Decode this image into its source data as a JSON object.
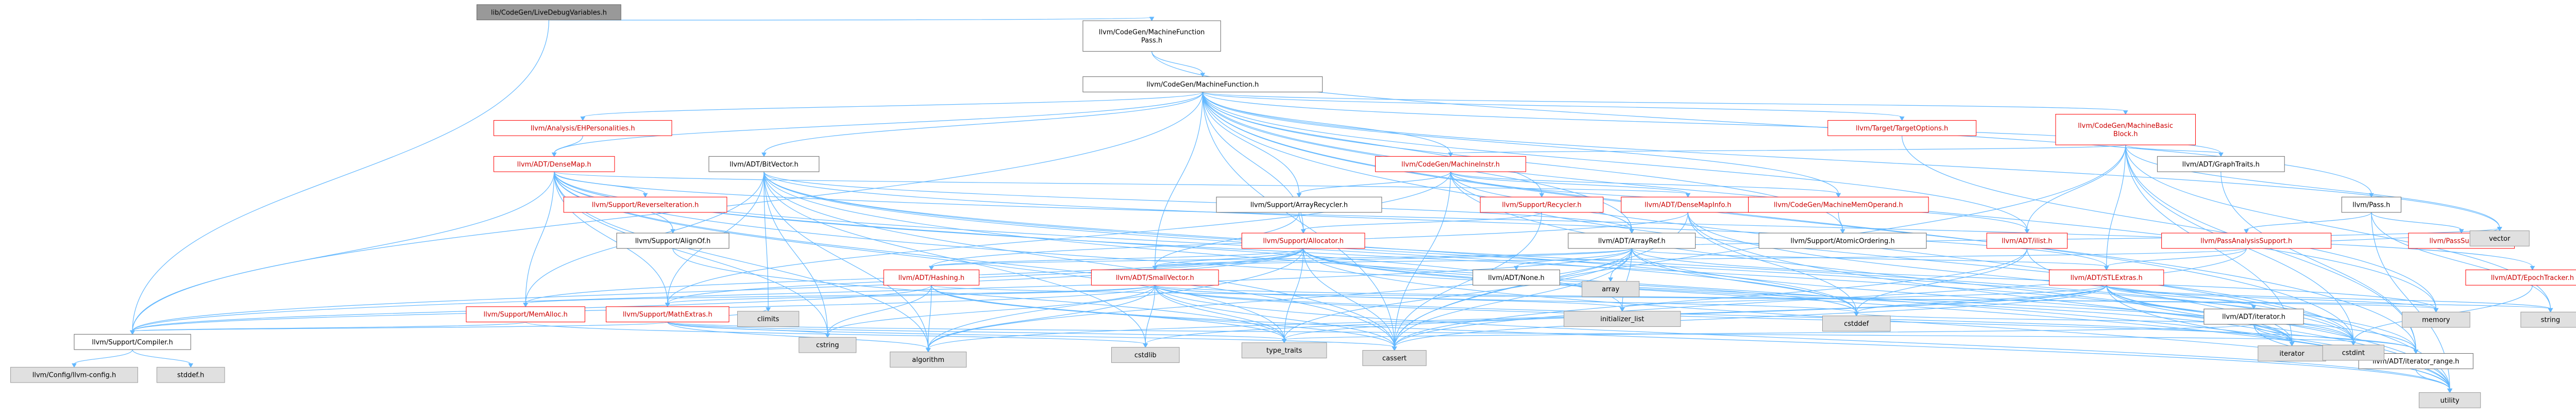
{
  "colors": {
    "root_fill": "#999999",
    "root_border": "#666666",
    "normal_fill": "#ffffff",
    "normal_border": "#666666",
    "red_border": "#ff0000",
    "system_fill": "#e0e0e0",
    "system_border": "#999999",
    "text": "#000000",
    "red_text": "#cc0000",
    "edge": "#63b8ff"
  },
  "nodes": [
    {
      "id": "root",
      "label": "lib/CodeGen/LiveDebugVariables.h",
      "style": "root"
    },
    {
      "id": "mfp",
      "label": "llvm/CodeGen/MachineFunction Pass.h",
      "style": "normal"
    },
    {
      "id": "mf",
      "label": "llvm/CodeGen/MachineFunction.h",
      "style": "normal"
    },
    {
      "id": "ehp",
      "label": "llvm/Analysis/EHPersonalities.h",
      "style": "red"
    },
    {
      "id": "densemap",
      "label": "llvm/ADT/DenseMap.h",
      "style": "red"
    },
    {
      "id": "bitvector",
      "label": "llvm/ADT/BitVector.h",
      "style": "normal"
    },
    {
      "id": "graphtraits",
      "label": "llvm/ADT/GraphTraits.h",
      "style": "normal"
    },
    {
      "id": "mbb",
      "label": "llvm/CodeGen/MachineBasic Block.h",
      "style": "red"
    },
    {
      "id": "targetopts",
      "label": "llvm/Target/TargetOptions.h",
      "style": "red"
    },
    {
      "id": "minstr",
      "label": "llvm/CodeGen/MachineInstr.h",
      "style": "red"
    },
    {
      "id": "pass",
      "label": "llvm/Pass.h",
      "style": "normal"
    },
    {
      "id": "passsupport",
      "label": "llvm/PassSupport.h",
      "style": "red"
    },
    {
      "id": "arrayrecycler",
      "label": "llvm/Support/ArrayRecycler.h",
      "style": "normal"
    },
    {
      "id": "densemapinfo",
      "label": "llvm/ADT/DenseMapInfo.h",
      "style": "red"
    },
    {
      "id": "recycler",
      "label": "llvm/Support/Recycler.h",
      "style": "red"
    },
    {
      "id": "mmo",
      "label": "llvm/CodeGen/MachineMemOperand.h",
      "style": "red"
    },
    {
      "id": "ilist",
      "label": "llvm/ADT/ilist.h",
      "style": "red"
    },
    {
      "id": "pas",
      "label": "llvm/PassAnalysisSupport.h",
      "style": "red"
    },
    {
      "id": "revit",
      "label": "llvm/Support/ReverseIteration.h",
      "style": "red"
    },
    {
      "id": "alignof",
      "label": "llvm/Support/AlignOf.h",
      "style": "normal"
    },
    {
      "id": "allocator",
      "label": "llvm/Support/Allocator.h",
      "style": "red"
    },
    {
      "id": "arrayref",
      "label": "llvm/ADT/ArrayRef.h",
      "style": "normal"
    },
    {
      "id": "atomicordering",
      "label": "llvm/Support/AtomicOrdering.h",
      "style": "normal"
    },
    {
      "id": "epoch",
      "label": "llvm/ADT/EpochTracker.h",
      "style": "red"
    },
    {
      "id": "hashing",
      "label": "llvm/ADT/Hashing.h",
      "style": "red"
    },
    {
      "id": "smallvector",
      "label": "llvm/ADT/SmallVector.h",
      "style": "red"
    },
    {
      "id": "none",
      "label": "llvm/ADT/None.h",
      "style": "normal"
    },
    {
      "id": "stlextras",
      "label": "llvm/ADT/STLExtras.h",
      "style": "red"
    },
    {
      "id": "iterator",
      "label": "llvm/ADT/iterator.h",
      "style": "normal"
    },
    {
      "id": "memalloc",
      "label": "llvm/Support/MemAlloc.h",
      "style": "red"
    },
    {
      "id": "mathextras",
      "label": "llvm/Support/MathExtras.h",
      "style": "red"
    },
    {
      "id": "compiler",
      "label": "llvm/Support/Compiler.h",
      "style": "normal"
    },
    {
      "id": "iterrange",
      "label": "llvm/ADT/iterator_range.h",
      "style": "normal"
    },
    {
      "id": "config",
      "label": "llvm/Config/llvm-config.h",
      "style": "system"
    },
    {
      "id": "stddef",
      "label": "stddef.h",
      "style": "system"
    },
    {
      "id": "climits",
      "label": "climits",
      "style": "system"
    },
    {
      "id": "cstring",
      "label": "cstring",
      "style": "system"
    },
    {
      "id": "algorithm",
      "label": "algorithm",
      "style": "system"
    },
    {
      "id": "cstdlib",
      "label": "cstdlib",
      "style": "system"
    },
    {
      "id": "typetraits",
      "label": "type_traits",
      "style": "system"
    },
    {
      "id": "cassert",
      "label": "cassert",
      "style": "system"
    },
    {
      "id": "initlist",
      "label": "initializer_list",
      "style": "system"
    },
    {
      "id": "array",
      "label": "array",
      "style": "system"
    },
    {
      "id": "cstddef",
      "label": "cstddef",
      "style": "system"
    },
    {
      "id": "iteratorh",
      "label": "iterator",
      "style": "system"
    },
    {
      "id": "cstdint",
      "label": "cstdint",
      "style": "system"
    },
    {
      "id": "memory",
      "label": "memory",
      "style": "system"
    },
    {
      "id": "vector",
      "label": "vector",
      "style": "system"
    },
    {
      "id": "string",
      "label": "string",
      "style": "system"
    },
    {
      "id": "utility",
      "label": "utility",
      "style": "system"
    }
  ],
  "edges": [
    [
      "root",
      "mfp"
    ],
    [
      "root",
      "compiler"
    ],
    [
      "mfp",
      "mf"
    ],
    [
      "mfp",
      "pass"
    ],
    [
      "mf",
      "ehp"
    ],
    [
      "mf",
      "densemap"
    ],
    [
      "mf",
      "bitvector"
    ],
    [
      "mf",
      "graphtraits"
    ],
    [
      "mf",
      "mbb"
    ],
    [
      "mf",
      "targetopts"
    ],
    [
      "mf",
      "minstr"
    ],
    [
      "mf",
      "arrayrecycler"
    ],
    [
      "mf",
      "recycler"
    ],
    [
      "mf",
      "mmo"
    ],
    [
      "mf",
      "ilist"
    ],
    [
      "mf",
      "arrayref"
    ],
    [
      "mf",
      "smallvector"
    ],
    [
      "mf",
      "allocator"
    ],
    [
      "mf",
      "compiler"
    ],
    [
      "mf",
      "cassert"
    ],
    [
      "mf",
      "cstdint"
    ],
    [
      "mf",
      "memory"
    ],
    [
      "mf",
      "utility"
    ],
    [
      "mf",
      "vector"
    ],
    [
      "mf",
      "iterrange"
    ],
    [
      "mf",
      "atomicordering"
    ],
    [
      "ehp",
      "densemap"
    ],
    [
      "densemap",
      "densemapinfo"
    ],
    [
      "densemap",
      "epoch"
    ],
    [
      "densemap",
      "alignof"
    ],
    [
      "densemap",
      "compiler"
    ],
    [
      "densemap",
      "mathextras"
    ],
    [
      "densemap",
      "memalloc"
    ],
    [
      "densemap",
      "revit"
    ],
    [
      "densemap",
      "algorithm"
    ],
    [
      "densemap",
      "cassert"
    ],
    [
      "densemap",
      "cstddef"
    ],
    [
      "densemap",
      "cstring"
    ],
    [
      "densemap",
      "initlist"
    ],
    [
      "densemap",
      "iteratorh"
    ],
    [
      "densemap",
      "typetraits"
    ],
    [
      "densemap",
      "utility"
    ],
    [
      "bitvector",
      "arrayref"
    ],
    [
      "bitvector",
      "iterrange"
    ],
    [
      "bitvector",
      "mathextras"
    ],
    [
      "bitvector",
      "algorithm"
    ],
    [
      "bitvector",
      "cassert"
    ],
    [
      "bitvector",
      "climits"
    ],
    [
      "bitvector",
      "cstdint"
    ],
    [
      "bitvector",
      "cstdlib"
    ],
    [
      "bitvector",
      "cstring"
    ],
    [
      "bitvector",
      "utility"
    ],
    [
      "bitvector",
      "memalloc"
    ],
    [
      "bitvector",
      "stlextras"
    ],
    [
      "bitvector",
      "cstddef"
    ],
    [
      "graphtraits",
      "iterrange"
    ],
    [
      "mbb",
      "graphtraits"
    ],
    [
      "mbb",
      "ilist"
    ],
    [
      "mbb",
      "minstr"
    ],
    [
      "mbb",
      "iterrange"
    ],
    [
      "mbb",
      "cassert"
    ],
    [
      "mbb",
      "cstdint"
    ],
    [
      "mbb",
      "iteratorh"
    ],
    [
      "mbb",
      "string"
    ],
    [
      "mbb",
      "vector"
    ],
    [
      "mbb",
      "stlextras"
    ],
    [
      "targetopts",
      "memory"
    ],
    [
      "minstr",
      "densemapinfo"
    ],
    [
      "minstr",
      "arrayrecycler"
    ],
    [
      "minstr",
      "mmo"
    ],
    [
      "minstr",
      "ilist"
    ],
    [
      "minstr",
      "arrayref"
    ],
    [
      "minstr",
      "cassert"
    ],
    [
      "minstr",
      "cstdint"
    ],
    [
      "minstr",
      "utility"
    ],
    [
      "minstr",
      "mathextras"
    ],
    [
      "pass",
      "passsupport"
    ],
    [
      "pass",
      "pas"
    ],
    [
      "pass",
      "string"
    ],
    [
      "pass",
      "utility"
    ],
    [
      "arrayrecycler",
      "smallvector"
    ],
    [
      "arrayrecycler",
      "allocator"
    ],
    [
      "densemapinfo",
      "hashing"
    ],
    [
      "densemapinfo",
      "cassert"
    ],
    [
      "densemapinfo",
      "cstddef"
    ],
    [
      "densemapinfo",
      "cstdint"
    ],
    [
      "densemapinfo",
      "utility"
    ],
    [
      "recycler",
      "allocator"
    ],
    [
      "recycler",
      "cassert"
    ],
    [
      "mmo",
      "atomicordering"
    ],
    [
      "ilist",
      "cassert"
    ],
    [
      "ilist",
      "cstddef"
    ],
    [
      "ilist",
      "iteratorh"
    ],
    [
      "pas",
      "smallvector"
    ],
    [
      "pas",
      "cassert"
    ],
    [
      "pas",
      "vector"
    ],
    [
      "pas",
      "stlextras"
    ],
    [
      "alignof",
      "typetraits"
    ],
    [
      "allocator",
      "smallvector"
    ],
    [
      "allocator",
      "compiler"
    ],
    [
      "allocator",
      "mathextras"
    ],
    [
      "allocator",
      "memalloc"
    ],
    [
      "allocator",
      "algorithm"
    ],
    [
      "allocator",
      "cassert"
    ],
    [
      "allocator",
      "cstddef"
    ],
    [
      "allocator",
      "cstdint"
    ],
    [
      "allocator",
      "iteratorh"
    ],
    [
      "allocator",
      "typetraits"
    ],
    [
      "allocator",
      "utility"
    ],
    [
      "allocator",
      "hashing"
    ],
    [
      "arrayref",
      "hashing"
    ],
    [
      "arrayref",
      "none"
    ],
    [
      "arrayref",
      "smallvector"
    ],
    [
      "arrayref",
      "stlextras"
    ],
    [
      "arrayref",
      "compiler"
    ],
    [
      "arrayref",
      "algorithm"
    ],
    [
      "arrayref",
      "array"
    ],
    [
      "arrayref",
      "cassert"
    ],
    [
      "arrayref",
      "cstddef"
    ],
    [
      "arrayref",
      "initlist"
    ],
    [
      "arrayref",
      "iteratorh"
    ],
    [
      "arrayref",
      "memory"
    ],
    [
      "arrayref",
      "typetraits"
    ],
    [
      "arrayref",
      "vector"
    ],
    [
      "epoch",
      "cstdint"
    ],
    [
      "hashing",
      "compiler"
    ],
    [
      "hashing",
      "algorithm"
    ],
    [
      "hashing",
      "cassert"
    ],
    [
      "hashing",
      "cstring"
    ],
    [
      "hashing",
      "string"
    ],
    [
      "hashing",
      "tuple"
    ],
    [
      "hashing",
      "utility"
    ],
    [
      "hashing",
      "typetraits"
    ],
    [
      "smallvector",
      "compiler"
    ],
    [
      "smallvector",
      "mathextras"
    ],
    [
      "smallvector",
      "memalloc"
    ],
    [
      "smallvector",
      "algorithm"
    ],
    [
      "smallvector",
      "cassert"
    ],
    [
      "smallvector",
      "cstddef"
    ],
    [
      "smallvector",
      "cstdlib"
    ],
    [
      "smallvector",
      "cstring"
    ],
    [
      "smallvector",
      "initlist"
    ],
    [
      "smallvector",
      "iteratorh"
    ],
    [
      "smallvector",
      "memory"
    ],
    [
      "smallvector",
      "typetraits"
    ],
    [
      "smallvector",
      "utility"
    ],
    [
      "smallvector",
      "iterrange"
    ],
    [
      "stlextras",
      "iterator"
    ],
    [
      "stlextras",
      "iterrange"
    ],
    [
      "stlextras",
      "algorithm"
    ],
    [
      "stlextras",
      "cassert"
    ],
    [
      "stlextras",
      "cstddef"
    ],
    [
      "stlextras",
      "cstdint"
    ],
    [
      "stlextras",
      "cstdlib"
    ],
    [
      "stlextras",
      "initlist"
    ],
    [
      "stlextras",
      "iteratorh"
    ],
    [
      "stlextras",
      "memory"
    ],
    [
      "stlextras",
      "typetraits"
    ],
    [
      "stlextras",
      "utility"
    ],
    [
      "stlextras",
      "string"
    ],
    [
      "iterator",
      "iterrange"
    ],
    [
      "iterator",
      "cstddef"
    ],
    [
      "iterator",
      "iteratorh"
    ],
    [
      "iterator",
      "typetraits"
    ],
    [
      "iterator",
      "utility"
    ],
    [
      "memalloc",
      "compiler"
    ],
    [
      "memalloc",
      "cstdlib"
    ],
    [
      "mathextras",
      "compiler"
    ],
    [
      "mathextras",
      "cassert"
    ],
    [
      "mathextras",
      "climits"
    ],
    [
      "mathextras",
      "cstdint"
    ],
    [
      "mathextras",
      "cstring"
    ],
    [
      "mathextras",
      "typetraits"
    ],
    [
      "mathextras",
      "algorithm"
    ],
    [
      "compiler",
      "config"
    ],
    [
      "compiler",
      "stddef"
    ],
    [
      "iterrange",
      "utility"
    ]
  ]
}
